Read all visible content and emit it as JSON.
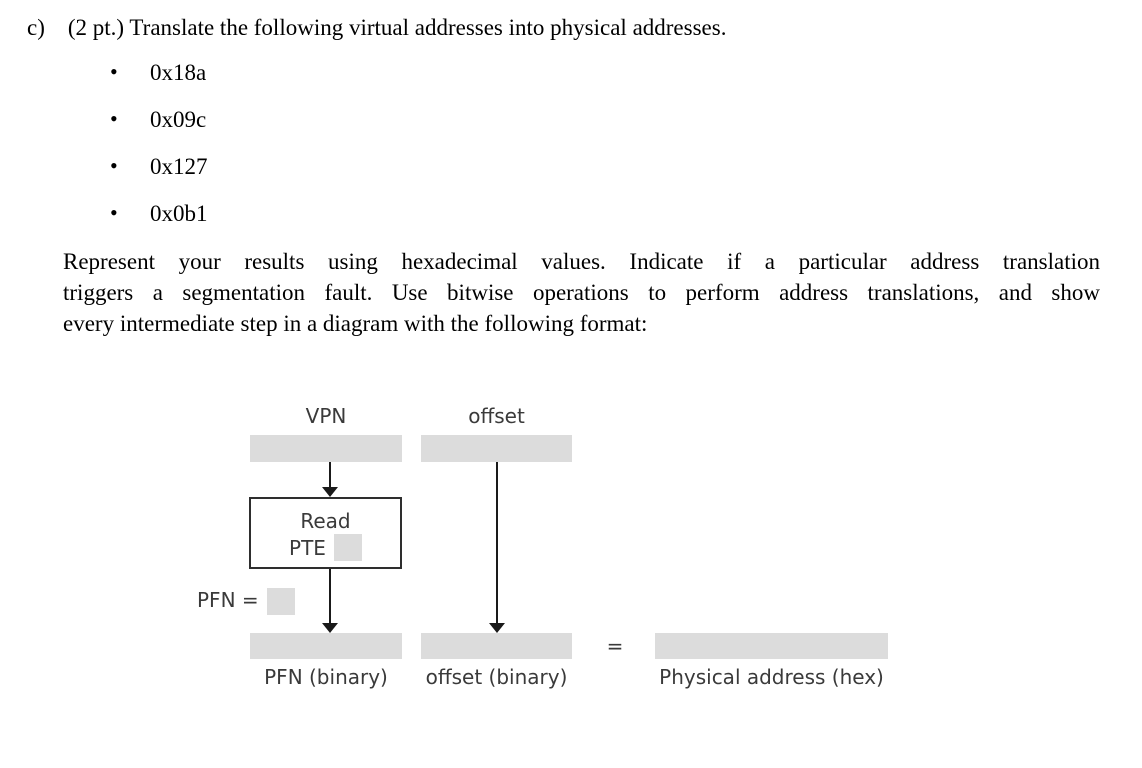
{
  "question": {
    "label": "c)",
    "text": "(2 pt.) Translate the following virtual addresses into physical addresses.",
    "bullet_glyph": "•",
    "addresses": [
      "0x18a",
      "0x09c",
      "0x127",
      "0x0b1"
    ],
    "paragraph_lines": [
      "Represent your results using hexadecimal values. Indicate if a particular address translation",
      "triggers a segmentation fault. Use bitwise operations to perform address translations, and show",
      "every intermediate step in a diagram with the following format:"
    ]
  },
  "diagram": {
    "vpn_label": "VPN",
    "offset_label": "offset",
    "read_pte_box": {
      "line1": "Read",
      "line2": "PTE"
    },
    "pfn_label": "PFN =",
    "equals_sign": "=",
    "bottom_labels": {
      "pfn_binary": "PFN (binary)",
      "offset_binary": "offset (binary)",
      "physical_address": "Physical address (hex)"
    },
    "colors": {
      "placeholder_gray": "#dcdcdc",
      "diagram_text": "#3a3a3a",
      "arrow_black": "#1a1a1a",
      "box_border": "#2e2e2e",
      "body_text": "#000000",
      "background": "#ffffff"
    }
  }
}
